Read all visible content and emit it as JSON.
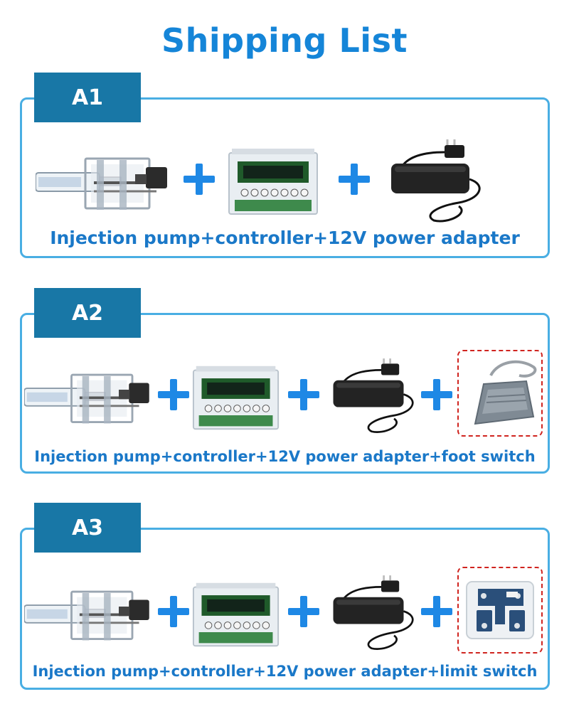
{
  "title": "Shipping List",
  "colors": {
    "title": "#1585d8",
    "tag_bg": "#1877a6",
    "panel_border": "#49aee3",
    "plus": "#1e88e5",
    "caption": "#1a78c8",
    "highlight": "#d0241f"
  },
  "sections": [
    {
      "tag": "A1",
      "caption": "Injection pump+controller+12V power adapter",
      "items": [
        "injection-pump",
        "controller",
        "power-adapter"
      ]
    },
    {
      "tag": "A2",
      "caption": "Injection pump+controller+12V power adapter+foot switch",
      "items": [
        "injection-pump",
        "controller",
        "power-adapter",
        "foot-switch"
      ]
    },
    {
      "tag": "A3",
      "caption": "Injection pump+controller+12V power adapter+limit switch",
      "items": [
        "injection-pump",
        "controller",
        "power-adapter",
        "limit-switch"
      ]
    }
  ]
}
